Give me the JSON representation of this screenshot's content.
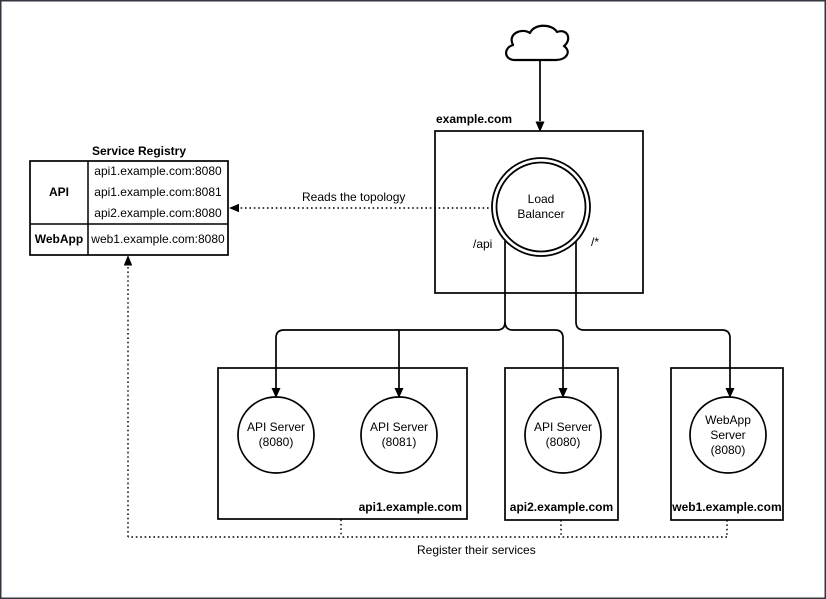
{
  "registry": {
    "title": "Service Registry",
    "rows": [
      {
        "key": "API",
        "entries": [
          "api1.example.com:8080",
          "api1.example.com:8081",
          "api2.example.com:8080"
        ]
      },
      {
        "key": "WebApp",
        "entries": [
          "web1.example.com:8080"
        ]
      }
    ]
  },
  "load_balancer": {
    "domain_label": "example.com",
    "node_label": "Load Balancer",
    "route_api": "/api",
    "route_all": "/*"
  },
  "edges": {
    "reads_topology": "Reads the topology",
    "register_services": "Register their services"
  },
  "hosts": [
    {
      "domain": "api1.example.com",
      "servers": [
        "API Server (8080)",
        "API Server (8081)"
      ]
    },
    {
      "domain": "api2.example.com",
      "servers": [
        "API Server (8080)"
      ]
    },
    {
      "domain": "web1.example.com",
      "servers": [
        "WebApp Server (8080)"
      ]
    }
  ],
  "icons": {
    "cloud": "internet-cloud-icon"
  },
  "colors": {
    "stroke": "#000000",
    "frame": "#35353f",
    "background": "#ffffff"
  }
}
